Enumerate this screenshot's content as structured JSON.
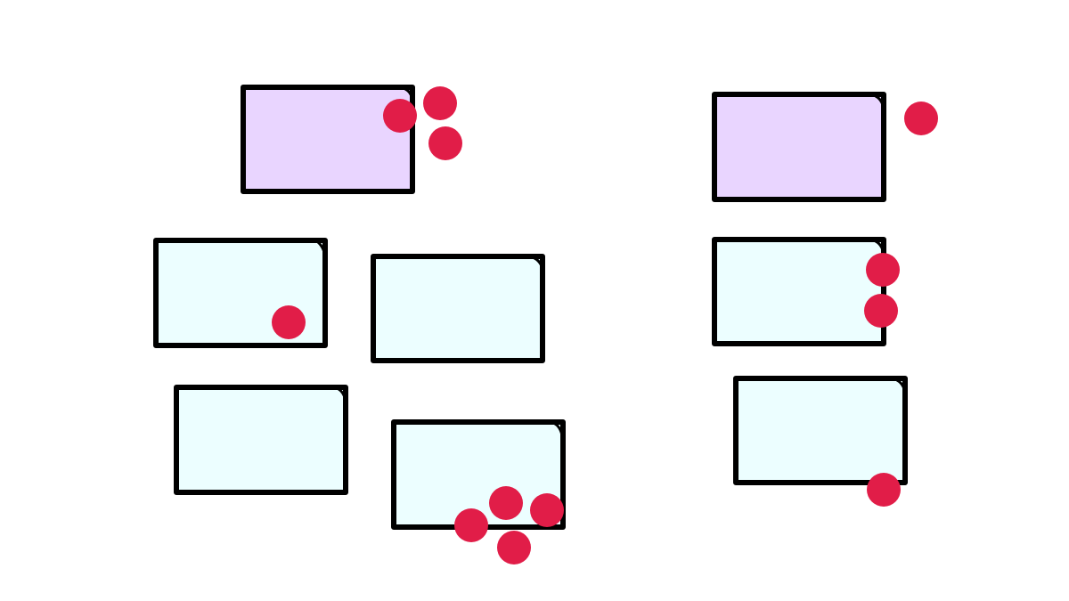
{
  "colors": {
    "background": "#ffffff",
    "stroke": "#000000",
    "purple_fill": "#e9d5ff",
    "cyan_fill": "#ecfeff",
    "dot": "#e11d48"
  },
  "groups": [
    {
      "id": "left-group",
      "boxes": [
        {
          "id": "left-top",
          "fill": "purple",
          "dots": 3
        },
        {
          "id": "left-mid-left",
          "fill": "cyan",
          "dots": 1
        },
        {
          "id": "left-mid-right",
          "fill": "cyan",
          "dots": 0
        },
        {
          "id": "left-bottom-left",
          "fill": "cyan",
          "dots": 0
        },
        {
          "id": "left-bottom-right",
          "fill": "cyan",
          "dots": 4
        }
      ]
    },
    {
      "id": "right-group",
      "boxes": [
        {
          "id": "right-top",
          "fill": "purple",
          "dots": 1
        },
        {
          "id": "right-mid",
          "fill": "cyan",
          "dots": 2
        },
        {
          "id": "right-bottom",
          "fill": "cyan",
          "dots": 1
        }
      ]
    }
  ]
}
